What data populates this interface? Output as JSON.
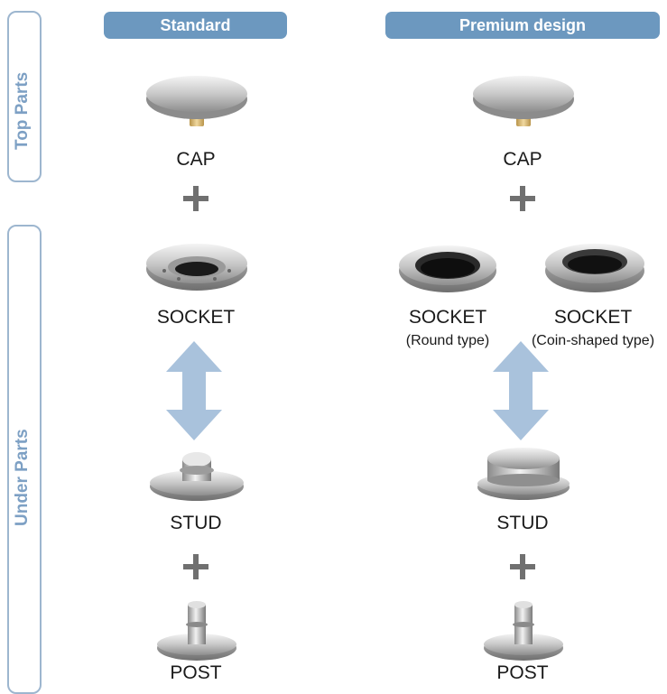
{
  "columns": {
    "standard": "Standard",
    "premium": "Premium design"
  },
  "sections": {
    "top": "Top Parts",
    "under": "Under Parts"
  },
  "standard": {
    "cap": "CAP",
    "socket": "SOCKET",
    "stud": "STUD",
    "post": "POST"
  },
  "premium": {
    "cap": "CAP",
    "socket_round": "SOCKET",
    "socket_round_sub": "(Round type)",
    "socket_coin": "SOCKET",
    "socket_coin_sub": "(Coin-shaped type)",
    "stud": "STUD",
    "post": "POST"
  },
  "colors": {
    "header": "#6c98bf",
    "side": "#7da0c4",
    "arrow": "#a9c2dc",
    "plus": "#707070"
  }
}
